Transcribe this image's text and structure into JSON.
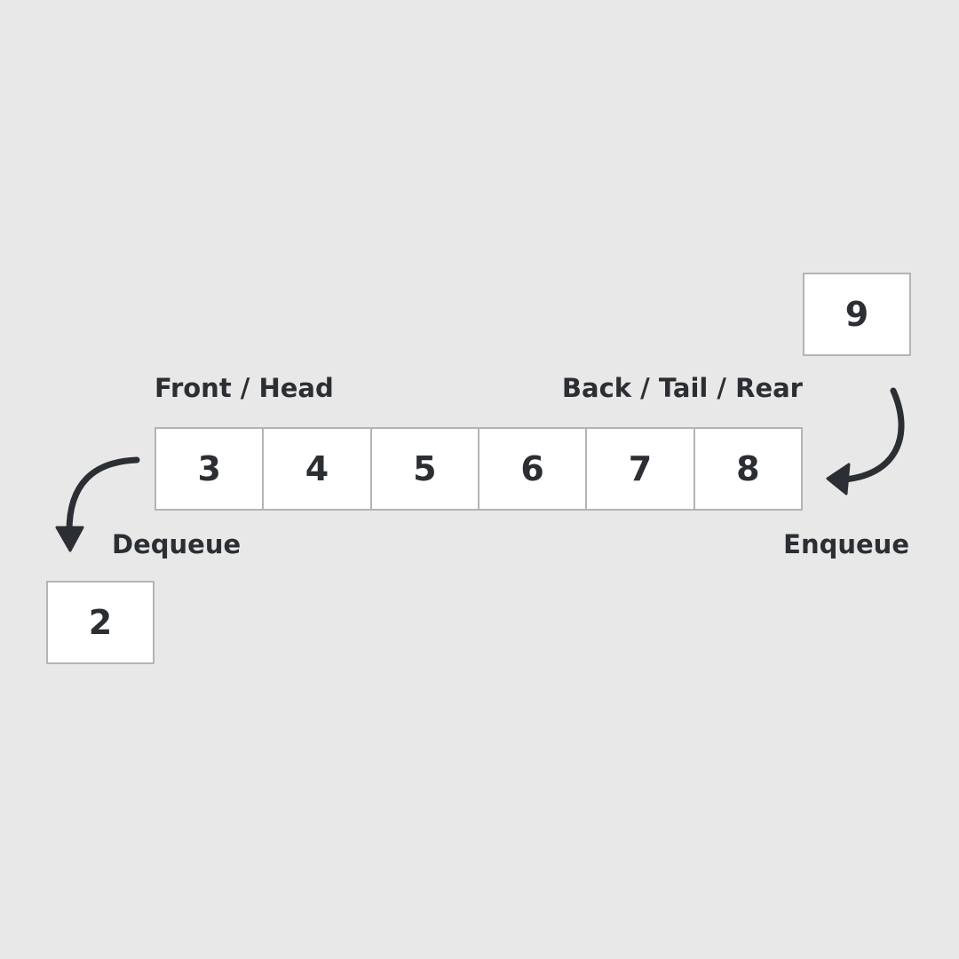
{
  "labels": {
    "front": "Front / Head",
    "back": "Back / Tail / Rear",
    "dequeue": "Dequeue",
    "enqueue": "Enqueue"
  },
  "queue": {
    "cells": [
      "3",
      "4",
      "5",
      "6",
      "7",
      "8"
    ]
  },
  "incoming": "9",
  "outgoing": "2",
  "colors": {
    "background": "#e8e8e8",
    "box_fill": "#ffffff",
    "box_border": "#b4b4b4",
    "text": "#2b2f33"
  }
}
